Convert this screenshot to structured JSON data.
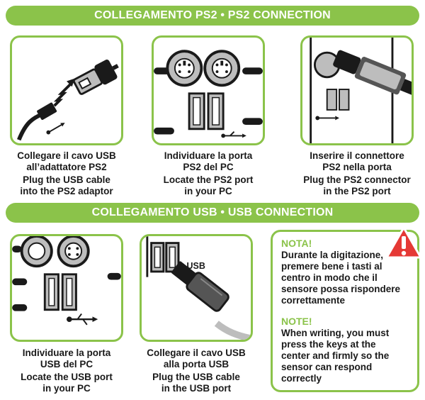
{
  "sections": {
    "ps2_title": "COLLEGAMENTO PS2 • PS2 CONNECTION",
    "usb_title": "COLLEGAMENTO USB • USB CONNECTION"
  },
  "ps2_steps": [
    {
      "it": [
        "Collegare il cavo USB",
        "all’adattatore PS2"
      ],
      "en": [
        "Plug the USB cable",
        "into the PS2 adaptor"
      ]
    },
    {
      "it": [
        "Individuare la porta",
        "PS2 del PC"
      ],
      "en": [
        "Locate the PS2 port",
        "in your PC"
      ]
    },
    {
      "it": [
        "Inserire il connettore",
        "PS2 nella porta"
      ],
      "en": [
        "Plug the PS2 connector",
        "in the PS2 port"
      ]
    }
  ],
  "usb_steps": [
    {
      "it": [
        "Individuare la porta",
        "USB del PC"
      ],
      "en": [
        "Locate the USB port",
        "in your PC"
      ]
    },
    {
      "it": [
        "Collegare il cavo USB",
        "alla porta USB"
      ],
      "en": [
        "Plug the USB cable",
        "in the USB port"
      ]
    }
  ],
  "port_label": "USB",
  "note": {
    "title_it": "NOTA!",
    "body_it": [
      "Durante la digitazione,",
      "premere bene i tasti al",
      "centro in modo che il",
      "sensore possa rispondere",
      "correttamente"
    ],
    "title_en": "NOTE!",
    "body_en": [
      "When writing, you must",
      "press the keys at the",
      "center and firmly so the",
      "sensor can respond",
      "correctly"
    ]
  },
  "colors": {
    "accent": "#8bc34a",
    "warning": "#e53935",
    "ink": "#1a1a1a",
    "port_gray": "#bdbdbd"
  },
  "icons": [
    "usb-symbol-icon",
    "warning-triangle-icon",
    "ps2-port-icon",
    "usb-connector-icon",
    "cable-icon"
  ]
}
